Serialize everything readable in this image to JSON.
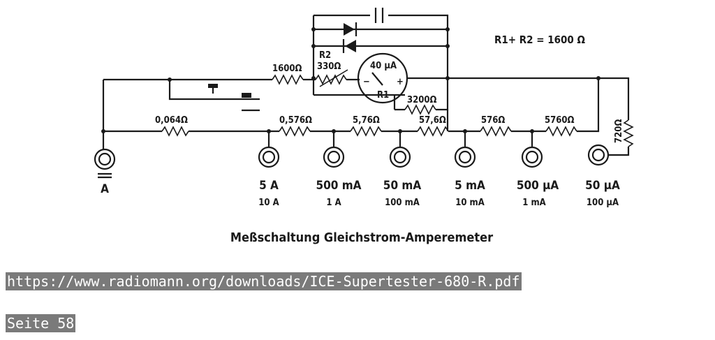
{
  "diagram": {
    "formula": "R1+ R2 = 1600 Ω",
    "caption": "Meßschaltung Gleichstrom-Amperemeter",
    "meter": {
      "range": "40 µA",
      "resistor": "R1",
      "minus": "−",
      "plus": "+"
    },
    "labels": {
      "r_series": "1600Ω",
      "r2_name": "R2",
      "r2_value": "330Ω",
      "r_3200": "3200Ω",
      "r_720": "720Ω"
    },
    "shunts": [
      "0,064Ω",
      "0,576Ω",
      "5,76Ω",
      "57,6Ω",
      "576Ω",
      "5760Ω"
    ],
    "terminals": [
      {
        "range": "A",
        "sub": ""
      },
      {
        "range": "5 A",
        "sub": "10 A"
      },
      {
        "range": "500 mA",
        "sub": "1 A"
      },
      {
        "range": "50 mA",
        "sub": "100 mA"
      },
      {
        "range": "5 mA",
        "sub": "10 mA"
      },
      {
        "range": "500 µA",
        "sub": "1 mA"
      },
      {
        "range": "50 µA",
        "sub": "100 µA"
      }
    ]
  },
  "footer": {
    "url": "https://www.radiomann.org/downloads/ICE-Supertester-680-R.pdf",
    "page": "Seite 58"
  }
}
